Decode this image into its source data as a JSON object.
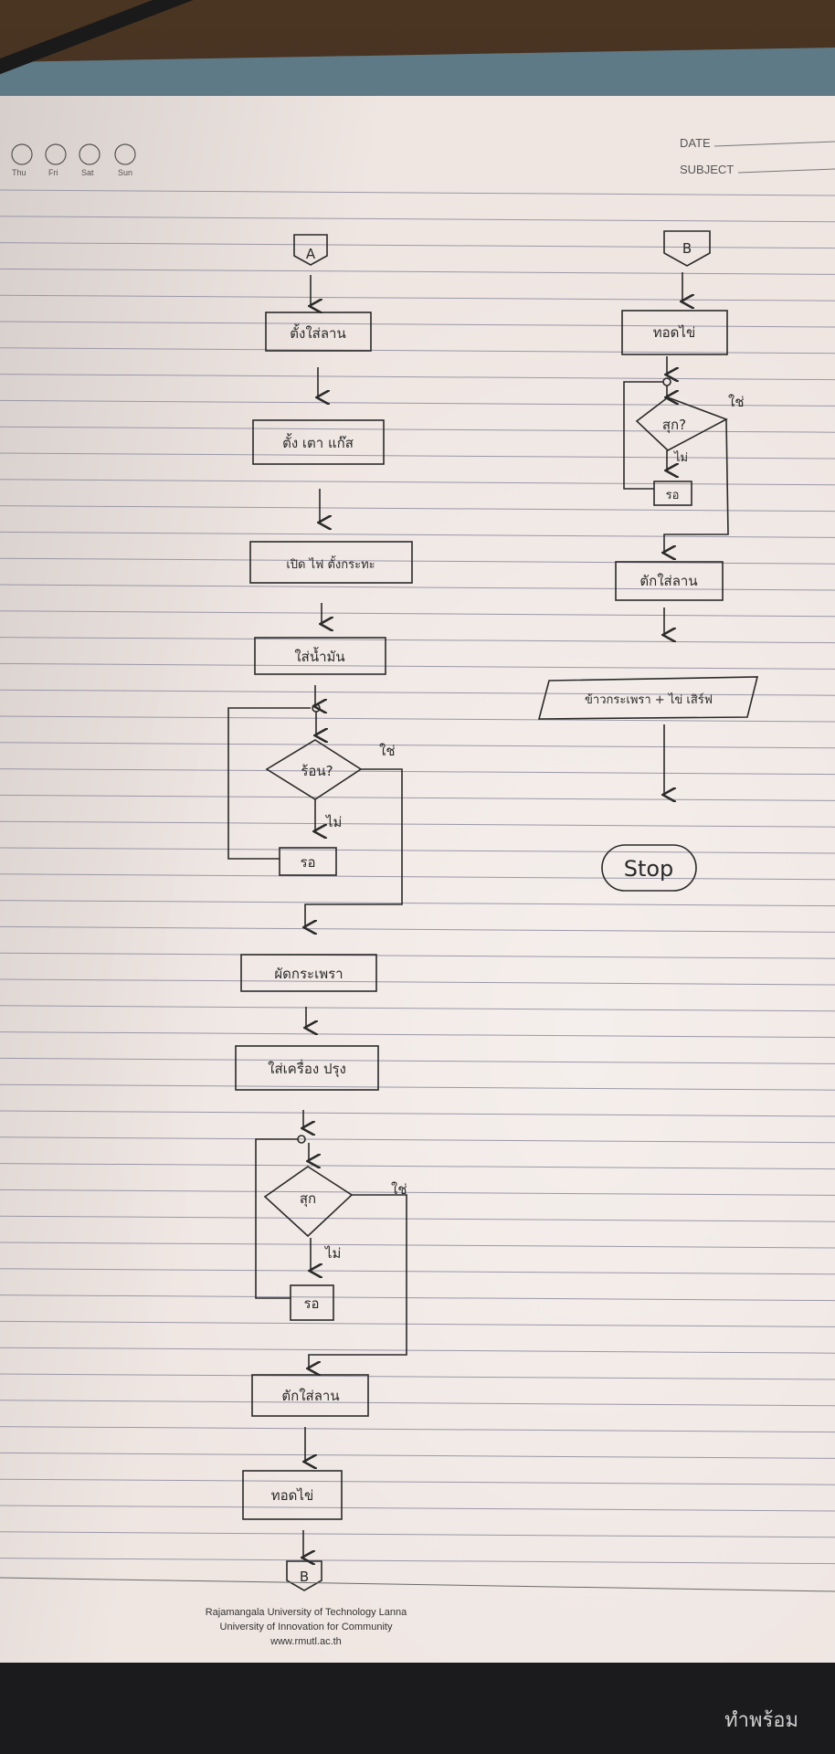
{
  "header": {
    "date_label": "DATE",
    "subject_label": "SUBJECT",
    "days": [
      "Thu",
      "Fri",
      "Sat",
      "Sun"
    ]
  },
  "flowchart": {
    "connector_a": "A",
    "connector_b": "B",
    "left": {
      "steps": [
        "ตั้งใส่ลาน",
        "ตั้ง เตา แก๊ส",
        "เปิด ไฟ ตั้งกระทะ",
        "ใส่น้ำมัน"
      ],
      "decision1": "ร้อน?",
      "yes": "ใช่",
      "no": "ไม่",
      "wait": "รอ",
      "steps2": [
        "ผัดกระเพรา",
        "ใส่เครื่อง ปรุง"
      ],
      "decision2": "สุก",
      "steps3": [
        "ตักใส่ลาน",
        "ทอดไข่"
      ]
    },
    "right": {
      "step1": "ทอดไข่",
      "decision": "สุก?",
      "yes": "ใช่",
      "no": "ไม่",
      "wait": "รอ",
      "step2": "ตักใส่ลาน",
      "output": "ข้าวกระเพรา + ไข่ เสิร์ฟ",
      "terminal": "Stop"
    }
  },
  "footer": {
    "line1": "Rajamangala University of Technology Lanna",
    "line2": "University of Innovation for Community",
    "line3": "www.rmutl.ac.th"
  },
  "bottom_text": "ทำพร้อม"
}
